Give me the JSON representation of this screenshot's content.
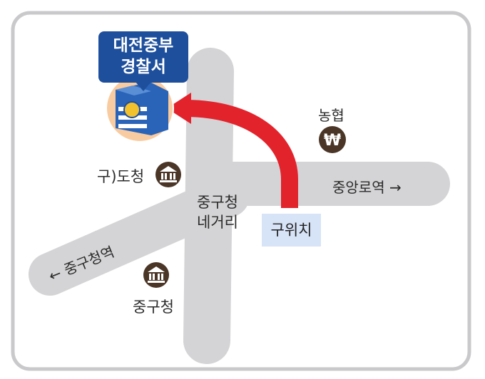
{
  "map": {
    "police_station": {
      "line1": "대전중부",
      "line2": "경찰서"
    },
    "labels": {
      "nonghyup": "농협",
      "won_symbol": "₩",
      "old_provincial_office": "구)도청",
      "junggu_office_intersection_line1": "중구청",
      "junggu_office_intersection_line2": "네거리",
      "jungangro_station": "중앙로역 →",
      "jungguchung_station": "← 중구청역",
      "junggu_office": "중구청",
      "guwichi": "구위치"
    },
    "colors": {
      "road": "#d4d4d6",
      "frame": "#c9c9cb",
      "arrow": "#e3232c",
      "badge_blue": "#1e4f9c",
      "icon_brown": "#4a3527",
      "dest_box": "#d7e3f6"
    }
  }
}
